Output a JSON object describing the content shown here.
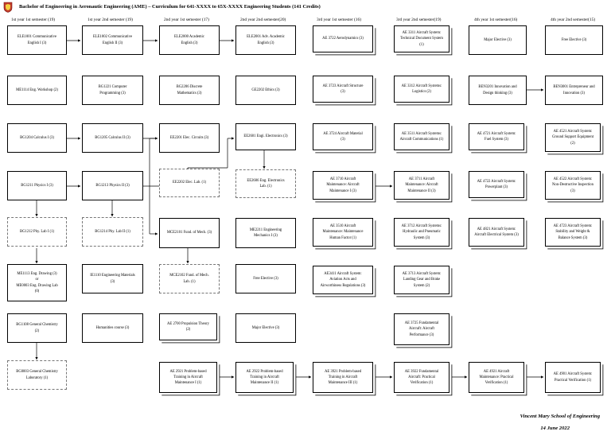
{
  "header": {
    "title": "Bachelor of Engineering in Aeronautic Engineering (AME) – Curriculum for 641-XXXX to 65X-XXXX Engineering Students (141 Credits)"
  },
  "semesters": [
    "1st year 1st semester (19)",
    "1st year 2nd semester (19)",
    "2nd year 1st semester (17)",
    "2nd year 2nd semester(20)",
    "3rd year 1st semester (16)",
    "3rd year 2nd semester(19)",
    "4th year 1st semester(16)",
    "4th year 2nd semester(15)"
  ],
  "courses": {
    "c1": [
      "ELE1001 Communicative\nEnglish I (3)",
      "ME1114 Eng. Workshop (2)",
      "BG1204 Calculus I (3)",
      "BG1211 Physics I (3)",
      "BG1212 Phy. Lab I (1)",
      "ME1113 Eng. Drawing (3)\nor\nME0003 Eng. Drawing Lab\n(0)",
      "BG1108 General Chemistry\n(2)",
      "BG0003 General Chemistry\nLaboratory (1)"
    ],
    "c2": [
      "ELE1002 Communicative\nEnglish II (3)",
      "BG1221 Computer\nProgramming (3)",
      "BG1205 Calculus II (3)",
      "BG1213 Physics II (3)",
      "BG1214 Phy. Lab II (1)",
      "IE1110 Engineering Materials\n(3)",
      "Humanities course (3)"
    ],
    "c3": [
      "ELE2000 Academic\nEnglish (3)",
      "BG2206 Discrete\nMathematics (3)",
      "EE2201 Elec. Circuits (3)",
      "EE2202 Elec. Lab. (1)",
      "MCE2101 Fund. of Mech. (3)",
      "MCE2102 Fund. of Mech.\nLab. (1)",
      "AE 2700 Propulsion Theory\n(2)",
      "AE 2921 Problem-based\nTraining in Aircraft\nMaintenance I (1)"
    ],
    "c4": [
      "ELE2001 Adv. Academic\nEnglish (3)",
      "GE2202 Ethics (3)",
      "EE2601 Engi. Electronics (3)",
      "EE2606 Eng. Electronics\nLab. (1)",
      "ME2211 Engineering\nMechanics I (3)",
      "Free Elective (3)",
      "Major Elective (3)",
      "AE 2922 Problem-based\nTraining in Aircraft\nMaintenance II (1)"
    ],
    "c5": [
      "AE 3722 Aerodynamics (3)",
      "AE 3723 Aircraft Structure\n(3)",
      "AE 3724 Aircraft Material\n(3)",
      "AE 3710 Aircraft\nMaintenance: Aircraft\nMaintenance I (3)",
      "AE 3510 Aircraft\nMaintenance: Maintenance\nHuman Factor (1)",
      "AE3411 Aircraft System:\nAviation Acts and\nAirworthiness Regulations (3)",
      "AE 3921 Problem-based\nTraining in Aircraft\nMaintenance III (1)"
    ],
    "c6": [
      "AE 3311 Aircraft System:\nTechnical Document System\n(1)",
      "AE 3312 Aircraft Systems:\nLogistics (2)",
      "AE 3511 Aircraft Systems:\nAircraft Communications (1)",
      "AE 3711 Aircraft\nMaintenance: Aircraft\nMaintenance II (3)",
      "AE 3712 Aircraft Systems:\nHydraulic and Pneumatic\nSystem (3)",
      "AE 3713 Aircraft System:\nLanding Gear and Brake\nSystem (2)",
      "AE 3725 Fundamental\nAircraft: Aircraft\nPerformance (3)",
      "AE 3922 Fundamental\nAircraft: Practical\nVerification (1)"
    ],
    "c7": [
      "Major Elective (3)",
      "BEN3201 Innovation and\nDesign thinking (3)",
      "AE 4721 Aircraft System:\nFuel System (3)",
      "AE 4722 Aircraft System:\nPowerplant (3)",
      "AE 4821 Aircraft System:\nAircraft Electrical System (3)",
      "AE 4921 Aircraft\nMaintenance: Practical\nVerification (1)"
    ],
    "c8": [
      "Free Elective (3)",
      "BEN3001 Entrepreneur and\nInnovation (3)",
      "AE 4521 Aircraft System:\nGround Support Equipment\n(2)",
      "AE 4522 Aircraft System:\nNon-Destructive Inspection\n(3)",
      "AE 4723 Aircraft System:\nStability and Weight &\nBalance System (3)",
      "AE 4901 Aircraft System:\nPractical Verification (1)"
    ]
  },
  "footer": {
    "school": "Vincent Mary School of Engineering",
    "date": "14 June 2022"
  }
}
